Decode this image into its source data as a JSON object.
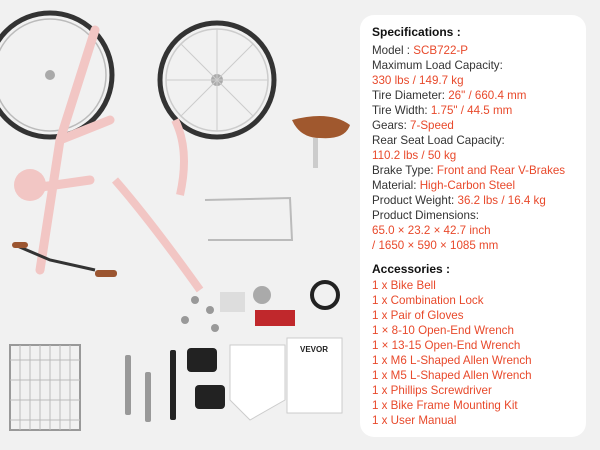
{
  "specifications": {
    "heading": "Specifications :",
    "model_label": "Model : ",
    "model_value": "SCB722-P",
    "max_load_label": "Maximum Load Capacity:",
    "max_load_value": "330 lbs / 149.7 kg",
    "tire_diameter_label": "Tire Diameter: ",
    "tire_diameter_value": "26\" / 660.4 mm",
    "tire_width_label": "Tire Width: ",
    "tire_width_value": "1.75\" / 44.5 mm",
    "gears_label": "Gears: ",
    "gears_value": "7-Speed",
    "rear_seat_label": "Rear Seat Load Capacity:",
    "rear_seat_value": "110.2 lbs / 50 kg",
    "brake_label": "Brake Type: ",
    "brake_value": "Front and Rear V-Brakes",
    "material_label": "Material: ",
    "material_value": "High-Carbon Steel",
    "weight_label": "Product Weight: ",
    "weight_value": "36.2 lbs / 16.4 kg",
    "dimensions_label": "Product Dimensions:",
    "dimensions_inch": "65.0 × 23.2 × 42.7 inch",
    "dimensions_mm": "/ 1650 × 590 × 1085 mm"
  },
  "accessories": {
    "heading": "Accessories :",
    "items": [
      "1 x Bike Bell",
      "1 x Combination Lock",
      "1 x Pair of Gloves",
      "1 × 8-10 Open-End Wrench",
      "1 × 13-15 Open-End Wrench",
      "1 x M6 L-Shaped Allen Wrench",
      "1 x M5 L-Shaped Allen Wrench",
      "1 x Phillips Screwdriver",
      "1 x Bike Frame Mounting Kit",
      "1 x User Manual"
    ]
  },
  "manual_logo": "VEVOR",
  "colors": {
    "accent": "#e8492b",
    "frame": "#f2c6c4",
    "background": "#f1f1f1"
  }
}
